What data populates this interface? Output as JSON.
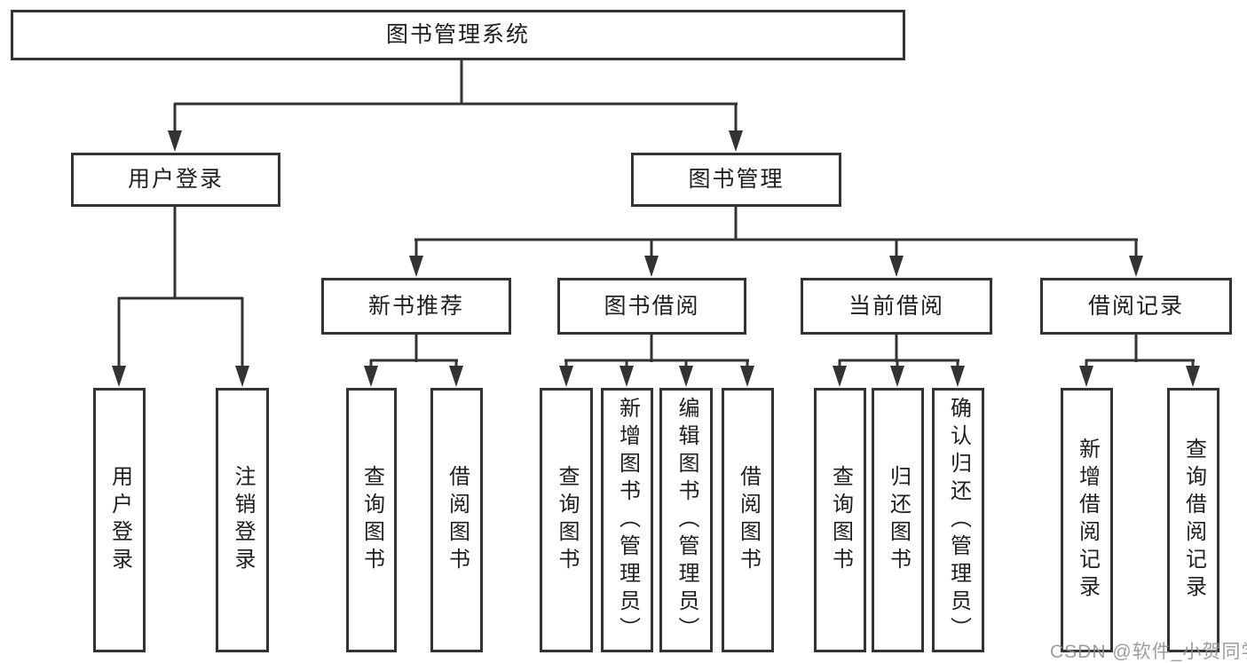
{
  "diagram": {
    "title": "图书管理系统",
    "nodes": {
      "root": {
        "label": "图书管理系统"
      },
      "user_login": {
        "label": "用户登录"
      },
      "book_mgmt": {
        "label": "图书管理"
      },
      "login": {
        "label": "用户登录"
      },
      "logout": {
        "label": "注销登录"
      },
      "new_book_rec": {
        "label": "新书推荐"
      },
      "book_borrow": {
        "label": "图书借阅"
      },
      "current_borrow": {
        "label": "当前借阅"
      },
      "borrow_records": {
        "label": "借阅记录"
      },
      "nb_query": {
        "label": "查询图书"
      },
      "nb_borrow": {
        "label": "借阅图书"
      },
      "bb_query": {
        "label": "查询图书"
      },
      "bb_add": {
        "label": "新增图书（管理员）"
      },
      "bb_edit": {
        "label": "编辑图书（管理员）"
      },
      "bb_borrow": {
        "label": "借阅图书"
      },
      "cb_query": {
        "label": "查询图书"
      },
      "cb_return": {
        "label": "归还图书"
      },
      "cb_confirm": {
        "label": "确认归还（管理员）"
      },
      "br_add": {
        "label": "新增借阅记录"
      },
      "br_query": {
        "label": "查询借阅记录"
      }
    },
    "edges": [
      [
        "root",
        "user_login"
      ],
      [
        "root",
        "book_mgmt"
      ],
      [
        "user_login",
        "login"
      ],
      [
        "user_login",
        "logout"
      ],
      [
        "book_mgmt",
        "new_book_rec"
      ],
      [
        "book_mgmt",
        "book_borrow"
      ],
      [
        "book_mgmt",
        "current_borrow"
      ],
      [
        "book_mgmt",
        "borrow_records"
      ],
      [
        "new_book_rec",
        "nb_query"
      ],
      [
        "new_book_rec",
        "nb_borrow"
      ],
      [
        "book_borrow",
        "bb_query"
      ],
      [
        "book_borrow",
        "bb_add"
      ],
      [
        "book_borrow",
        "bb_edit"
      ],
      [
        "book_borrow",
        "bb_borrow"
      ],
      [
        "current_borrow",
        "cb_query"
      ],
      [
        "current_borrow",
        "cb_return"
      ],
      [
        "current_borrow",
        "cb_confirm"
      ],
      [
        "borrow_records",
        "br_add"
      ],
      [
        "borrow_records",
        "br_query"
      ]
    ],
    "colors": {
      "line": "#333333",
      "box_fill": "#ffffff",
      "text": "#1f1f1f",
      "watermark": "#918e8e"
    }
  },
  "watermark": {
    "text": "CSDN @软件_小贺同学"
  }
}
